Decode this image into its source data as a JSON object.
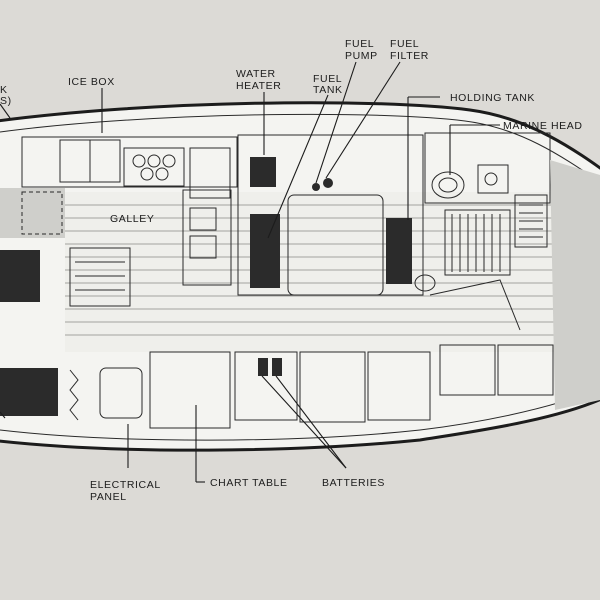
{
  "diagram": {
    "labels": {
      "corner_top_line": "K",
      "corner_mid_line": "S)",
      "ice_box": "ICE BOX",
      "water_heater_1": "WATER",
      "water_heater_2": "HEATER",
      "fuel_tank_1": "FUEL",
      "fuel_tank_2": "TANK",
      "fuel_pump_1": "FUEL",
      "fuel_pump_2": "PUMP",
      "fuel_filter_1": "FUEL",
      "fuel_filter_2": "FILTER",
      "holding_tank": "HOLDING TANK",
      "marine_head": "MARINE HEAD",
      "galley": "GALLEY",
      "electrical_panel_1": "ELECTRICAL",
      "electrical_panel_2": "PANEL",
      "chart_table": "CHART TABLE",
      "batteries": "BATTERIES"
    }
  }
}
